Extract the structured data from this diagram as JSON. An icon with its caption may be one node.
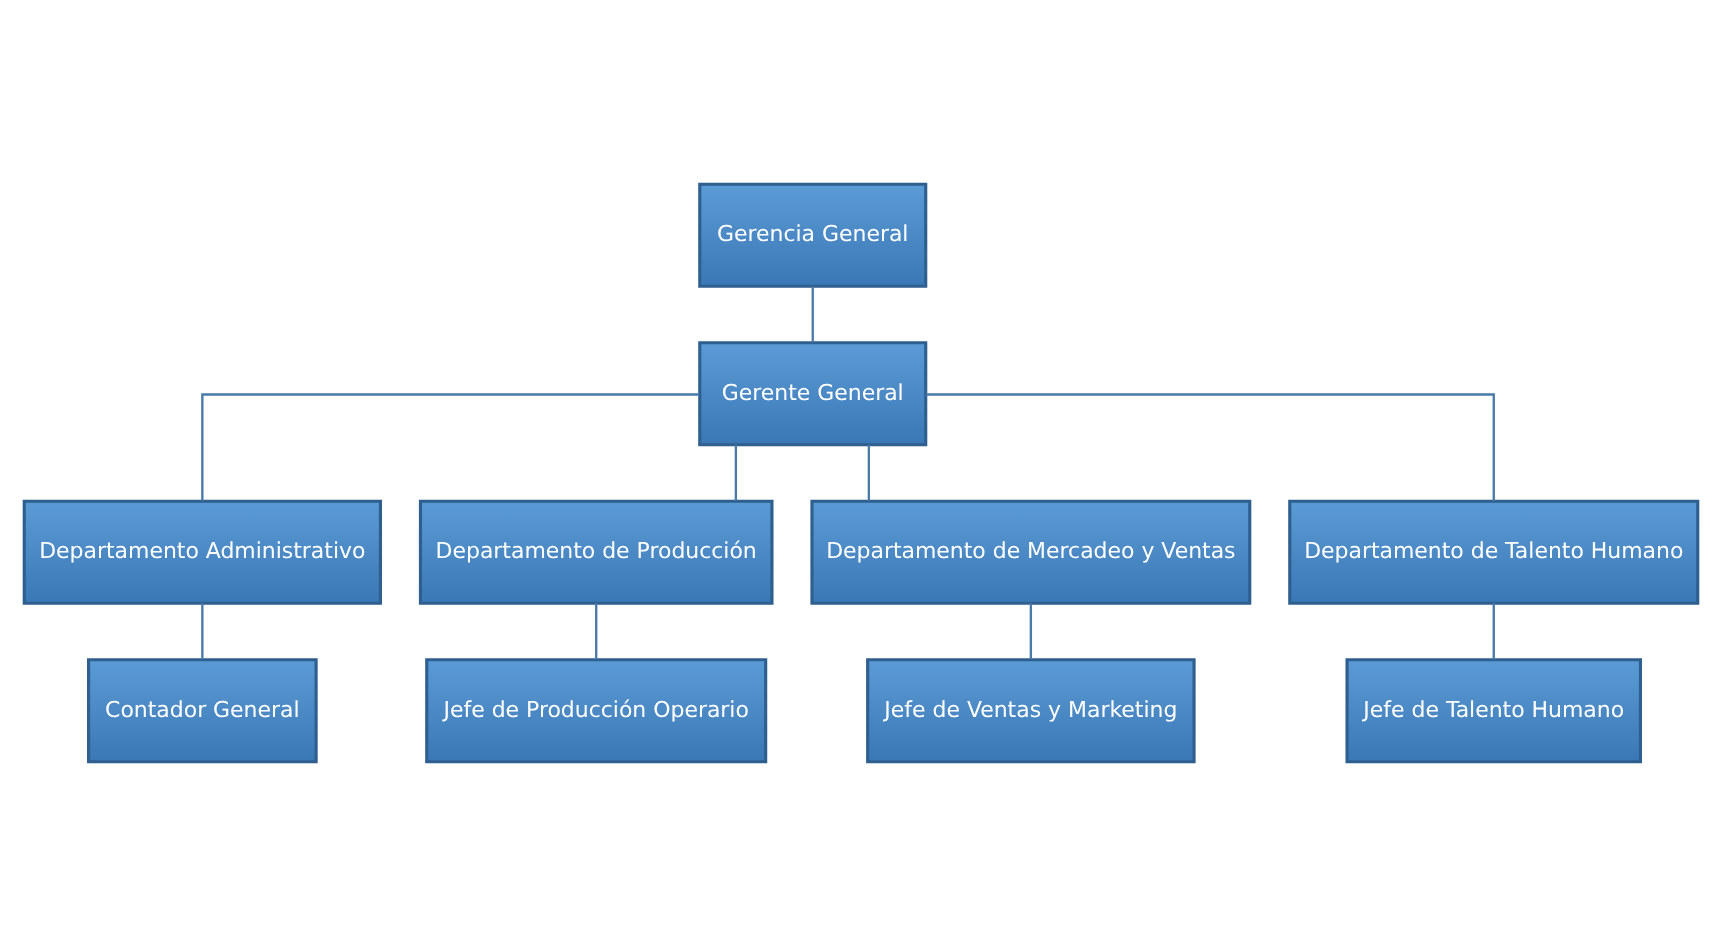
{
  "diagram": {
    "nodes": [
      {
        "text": [
          "Gerencia General"
        ]
      },
      {
        "text": [
          "Gerente General"
        ]
      },
      {
        "text": [
          "Departamento Administrativo"
        ]
      },
      {
        "text": [
          "Departamento de Producción"
        ]
      },
      {
        "text": [
          "Departamento de Mercadeo y Ventas"
        ]
      },
      {
        "text": [
          "Departamento de Talento Humano"
        ]
      },
      {
        "text": [
          "Contador General"
        ]
      },
      {
        "text": [
          "Jefe de Producción Operario"
        ]
      },
      {
        "text": [
          "Jefe de Ventas y Marketing"
        ]
      },
      {
        "text": [
          "Jefe de Talento Humano"
        ]
      }
    ],
    "edges": [
      {
        "from": 0,
        "to": 1,
        "arrow": "none"
      },
      {
        "from": 1,
        "to": 2,
        "arrow": "none"
      },
      {
        "from": 1,
        "to": 3,
        "arrow": "none"
      },
      {
        "from": 1,
        "to": 4,
        "arrow": "none"
      },
      {
        "from": 1,
        "to": 5,
        "arrow": "none"
      },
      {
        "from": 2,
        "to": 6,
        "arrow": "none"
      },
      {
        "from": 3,
        "to": 7,
        "arrow": "none"
      },
      {
        "from": 4,
        "to": 8,
        "arrow": "none"
      },
      {
        "from": 5,
        "to": 9,
        "arrow": "none"
      }
    ]
  }
}
